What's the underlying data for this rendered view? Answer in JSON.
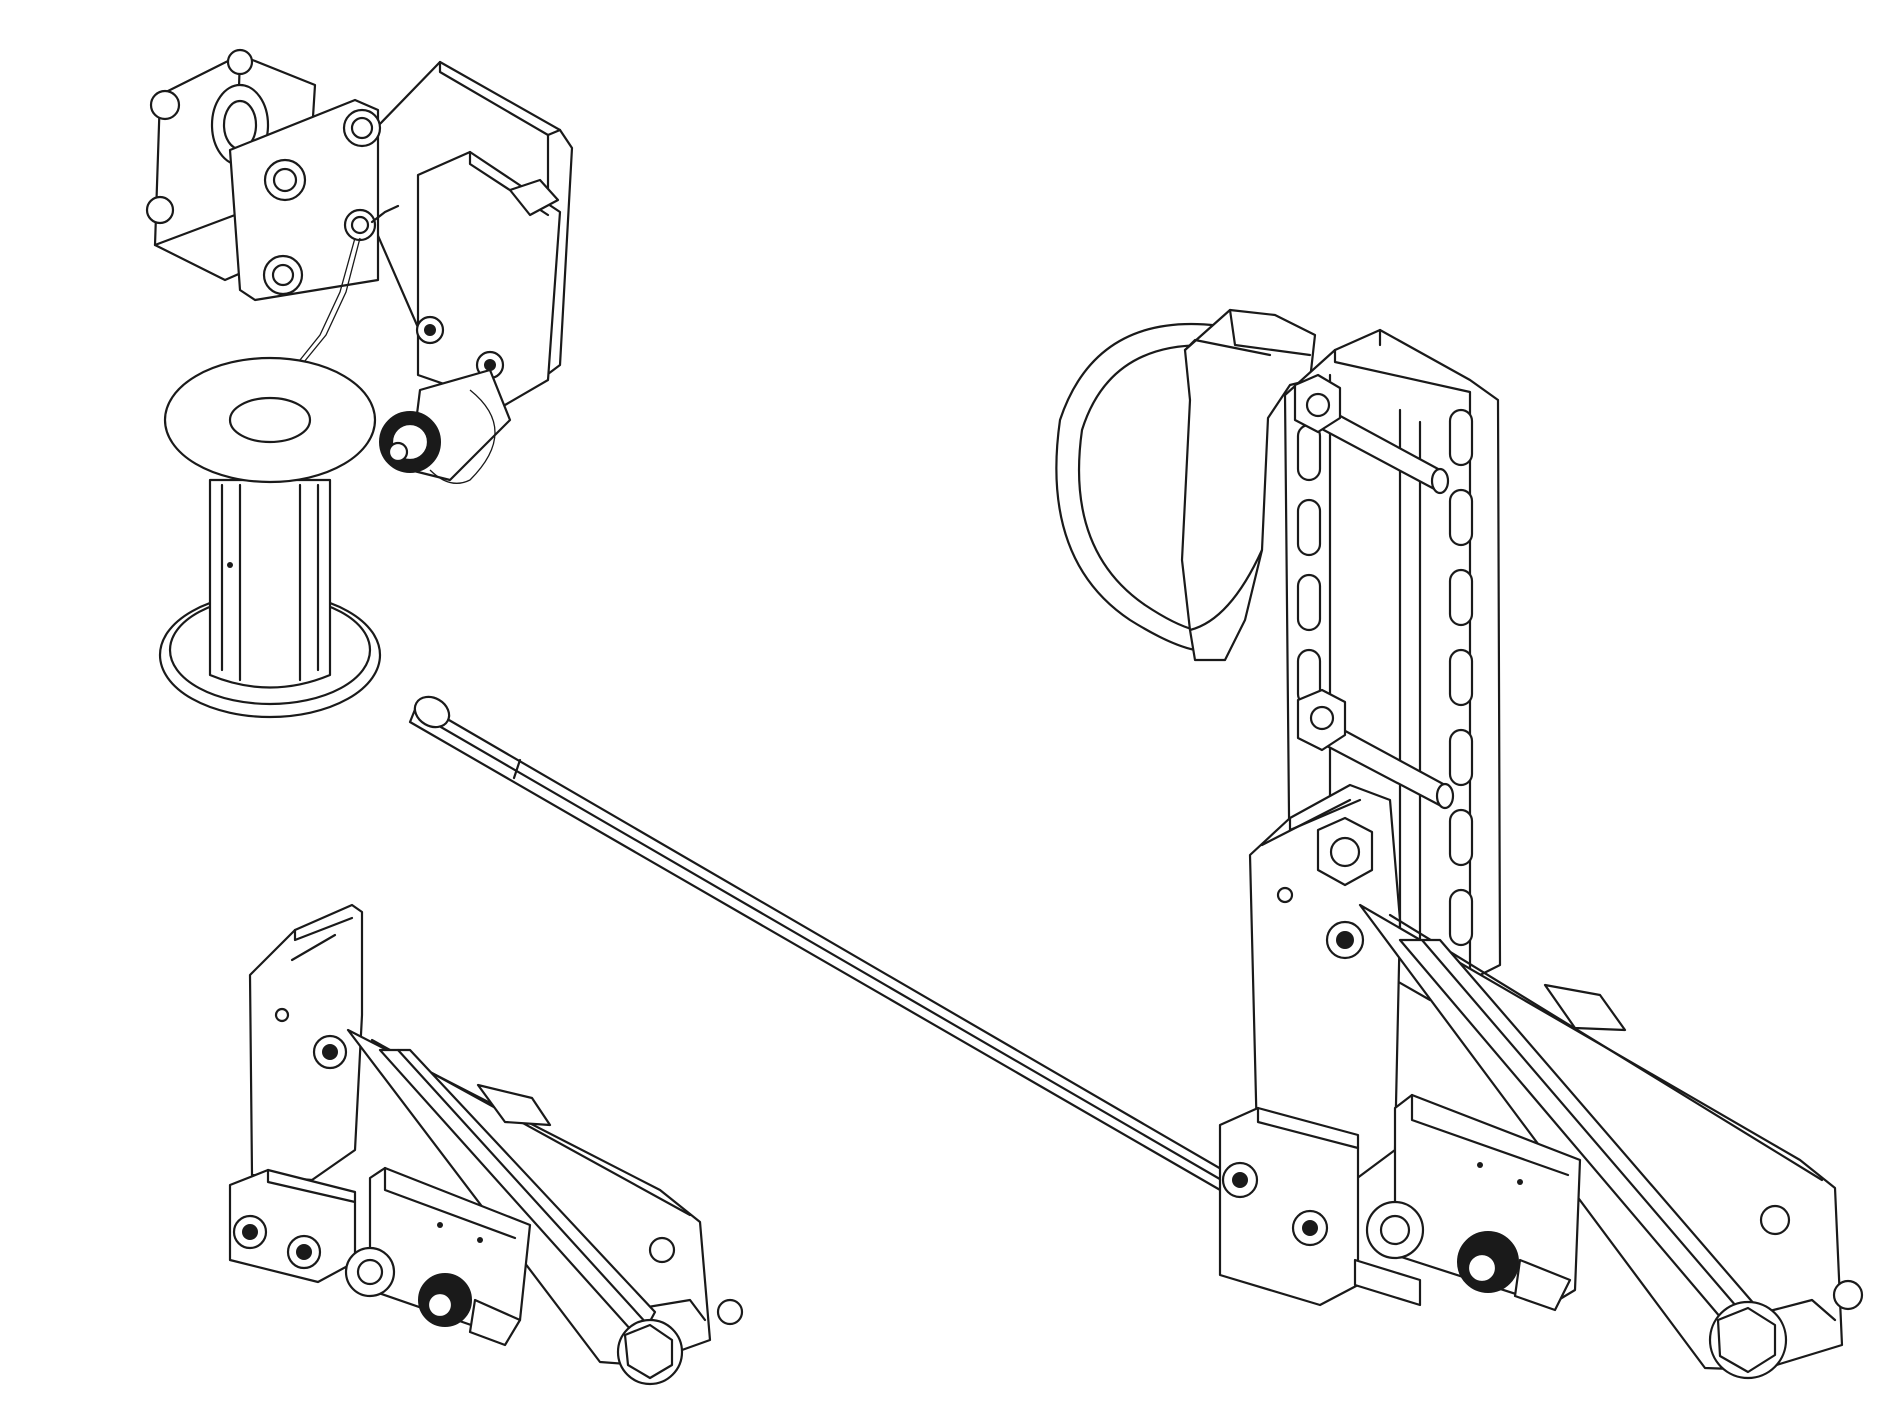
{
  "figure": {
    "style": "monochrome-line-drawing",
    "colors": {
      "line": "#1a1a1a",
      "background": "#ffffff"
    },
    "parts": [
      {
        "id": "clamp-bracket-assembly",
        "label": ""
      },
      {
        "id": "spool-stand",
        "label": ""
      },
      {
        "id": "small-jaw-assembly",
        "label": ""
      },
      {
        "id": "connecting-rod",
        "label": ""
      },
      {
        "id": "large-jaw-assembly",
        "label": ""
      },
      {
        "id": "slotted-mounting-bracket",
        "label": ""
      }
    ]
  }
}
